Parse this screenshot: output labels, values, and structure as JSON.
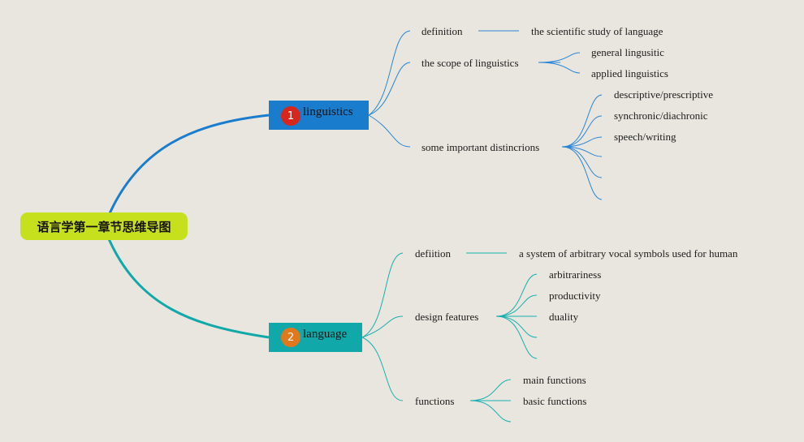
{
  "root": {
    "title": "语言学第一章节思维导图"
  },
  "branches": [
    {
      "number": "1",
      "label": "linguistics",
      "color": "#1a7ccd",
      "children": [
        {
          "label": "definition",
          "children": [
            "the scientific study of language"
          ]
        },
        {
          "label": "the scope of linguistics",
          "children": [
            "general lingusitic",
            "applied linguistics"
          ]
        },
        {
          "label": "some important distincrions",
          "children": [
            "descriptive/prescriptive",
            "synchronic/diachronic",
            "speech/writing",
            "",
            "",
            ""
          ]
        }
      ]
    },
    {
      "number": "2",
      "label": "language",
      "color": "#10a8a8",
      "children": [
        {
          "label": "defiition",
          "children": [
            "a system of arbitrary vocal symbols used for human"
          ]
        },
        {
          "label": "design features",
          "children": [
            "arbitrariness",
            "productivity",
            "duality",
            "",
            ""
          ]
        },
        {
          "label": "functions",
          "children": [
            "main functions",
            "basic functions",
            ""
          ]
        }
      ]
    }
  ],
  "colors": {
    "root": "#c7e01e",
    "badge1": "#d7261b",
    "badge2": "#e0781e",
    "background": "#e9e6df"
  }
}
